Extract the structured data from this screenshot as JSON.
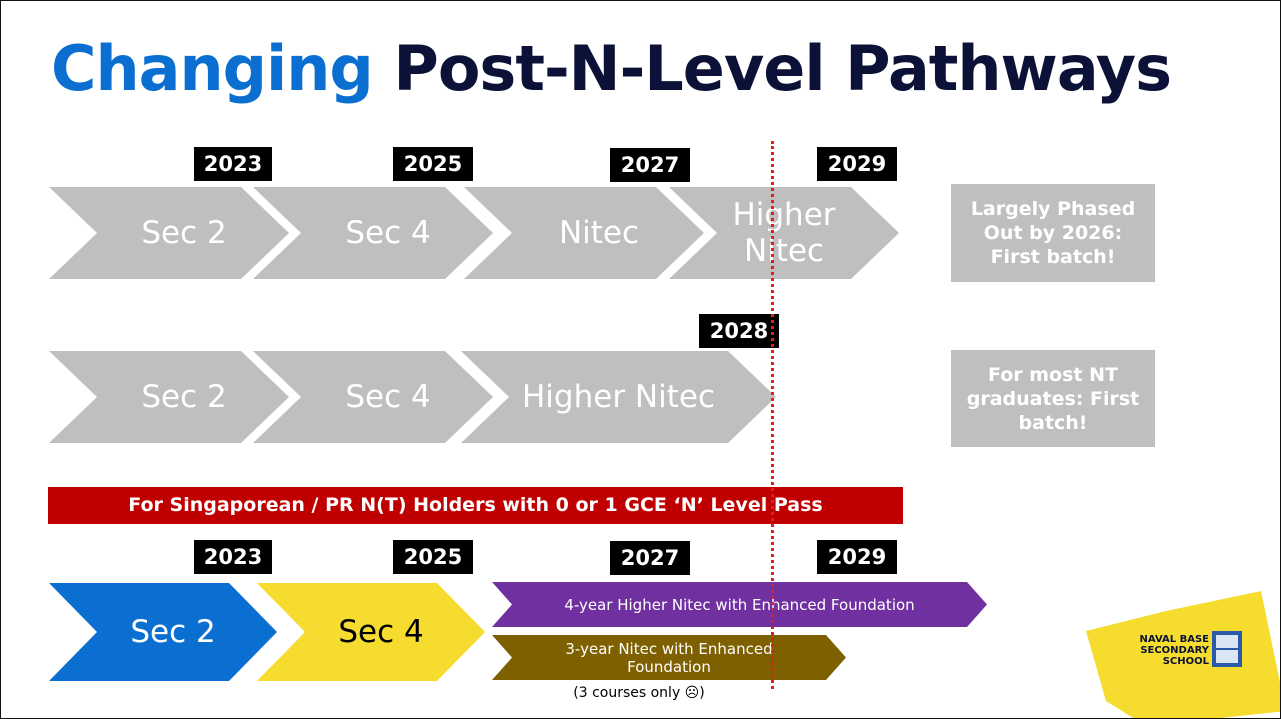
{
  "title": {
    "part1": "Changing",
    "part2": "Post-N-Level Pathways"
  },
  "row1": {
    "years": [
      "2023",
      "2025",
      "2027",
      "2029"
    ],
    "stages": [
      "Sec 2",
      "Sec 4",
      "Nitec",
      "Higher Nitec"
    ],
    "note": "Largely Phased Out by 2026: First batch!"
  },
  "row2": {
    "year": "2028",
    "stages": [
      "Sec 2",
      "Sec 4",
      "Higher Nitec"
    ],
    "note": "For most NT graduates: First batch!"
  },
  "banner": "For Singaporean / PR N(T) Holders with 0 or 1 GCE ‘N’ Level Pass",
  "row3": {
    "years": [
      "2023",
      "2025",
      "2027",
      "2029"
    ],
    "stages": [
      "Sec 2",
      "Sec 4"
    ],
    "higher_nitec_ef": "4-year Higher Nitec with Enhanced Foundation",
    "nitec_ef": "3-year Nitec with Enhanced Foundation",
    "footnote": "(3 courses only ☹)"
  },
  "logo": {
    "text": "NAVAL BASE SECONDARY SCHOOL"
  },
  "colors": {
    "title_accent": "#0a6fd1",
    "title_dark": "#0c1237",
    "grey": "#bfbfbf",
    "blue": "#0a6fd1",
    "yellow": "#f5dc2f",
    "purple": "#7030a0",
    "olive": "#7f6000",
    "banner_red": "#c00000",
    "cutoff_line": "#e02020"
  }
}
